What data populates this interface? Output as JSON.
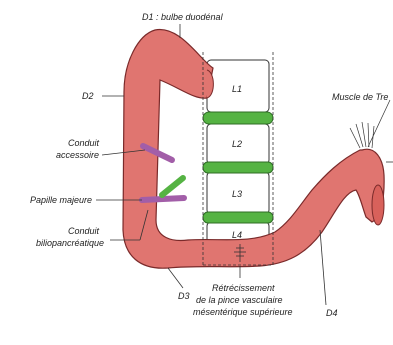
{
  "labels": {
    "d1": "D1 : bulbe duodénal",
    "d2": "D2",
    "d3": "D3",
    "d4": "D4",
    "conduit_accessoire_1": "Conduit",
    "conduit_accessoire_2": "accessoire",
    "papille_majeure": "Papille majeure",
    "conduit_bilio_1": "Conduit",
    "conduit_bilio_2": "biliopancréatique",
    "muscle_treitz": "Muscle de Tre",
    "retrecissement_1": "Rétrécissement",
    "retrecissement_2": "de la pince vasculaire",
    "retrecissement_3": "mésentérique supérieure"
  },
  "vertebrae": [
    "L1",
    "L2",
    "L3",
    "L4"
  ],
  "colors": {
    "duodenum_fill": "#e07570",
    "duodenum_stroke": "#7a2a2a",
    "disc_fill": "#55b343",
    "disc_stroke": "#2f6e26",
    "duct_fill": "#a25ea8",
    "line": "#333333"
  }
}
